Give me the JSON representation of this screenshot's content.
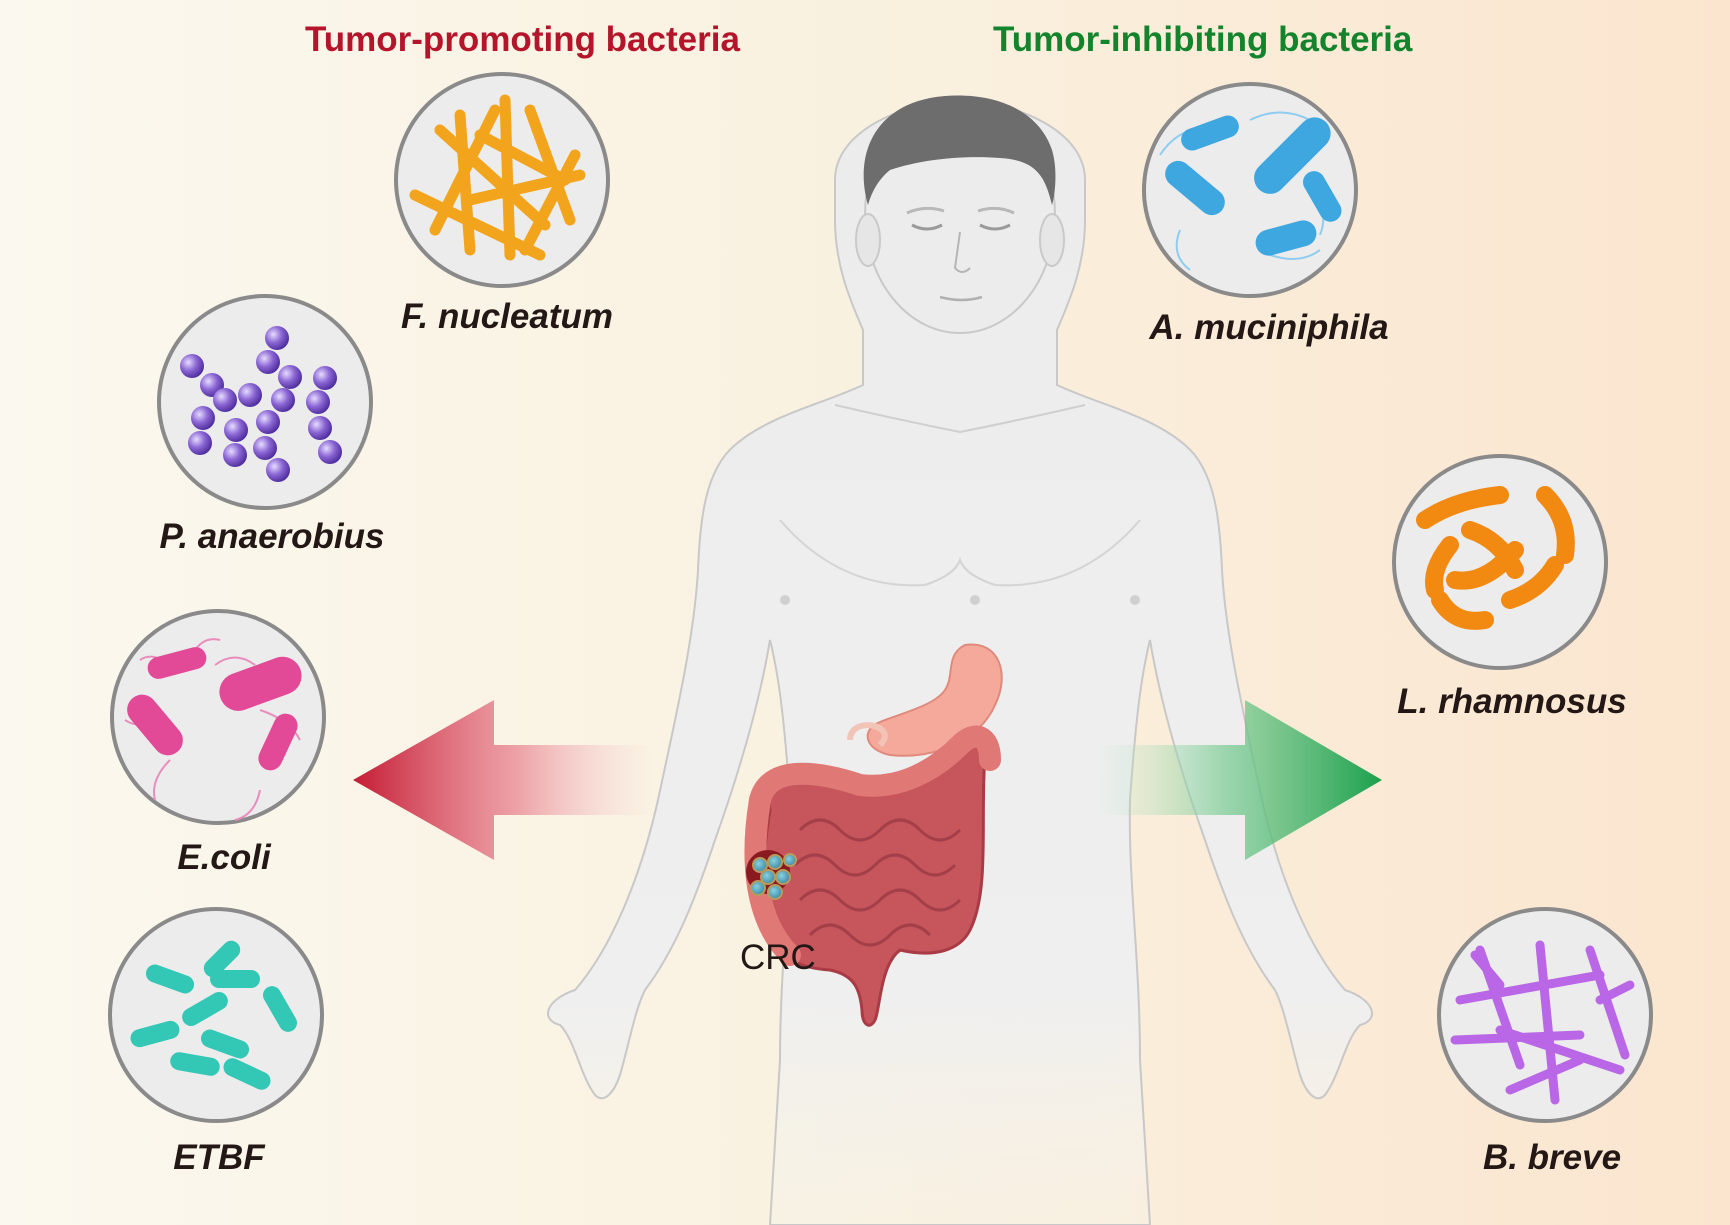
{
  "headings": {
    "promoting": "Tumor-promoting bacteria",
    "inhibiting": "Tumor-inhibiting bacteria"
  },
  "bacteria": {
    "f_nucleatum": "F. nucleatum",
    "p_anaerobius": "P. anaerobius",
    "e_coli": "E.coli",
    "etbf": "ETBF",
    "a_muciniphila": "A. muciniphila",
    "l_rhamnosus": "L. rhamnosus",
    "b_breve": "B. breve"
  },
  "crc": "CRC",
  "colors": {
    "promoting": "#b5152b",
    "inhibiting": "#13842c",
    "f_nucleatum": "#f2a51c",
    "p_anaerobius": "#7a55c4",
    "e_coli": "#e24a98",
    "etbf": "#33c7b6",
    "a_muciniphila": "#3fa7e0",
    "l_rhamnosus": "#f28a12",
    "b_breve": "#b967e6"
  }
}
